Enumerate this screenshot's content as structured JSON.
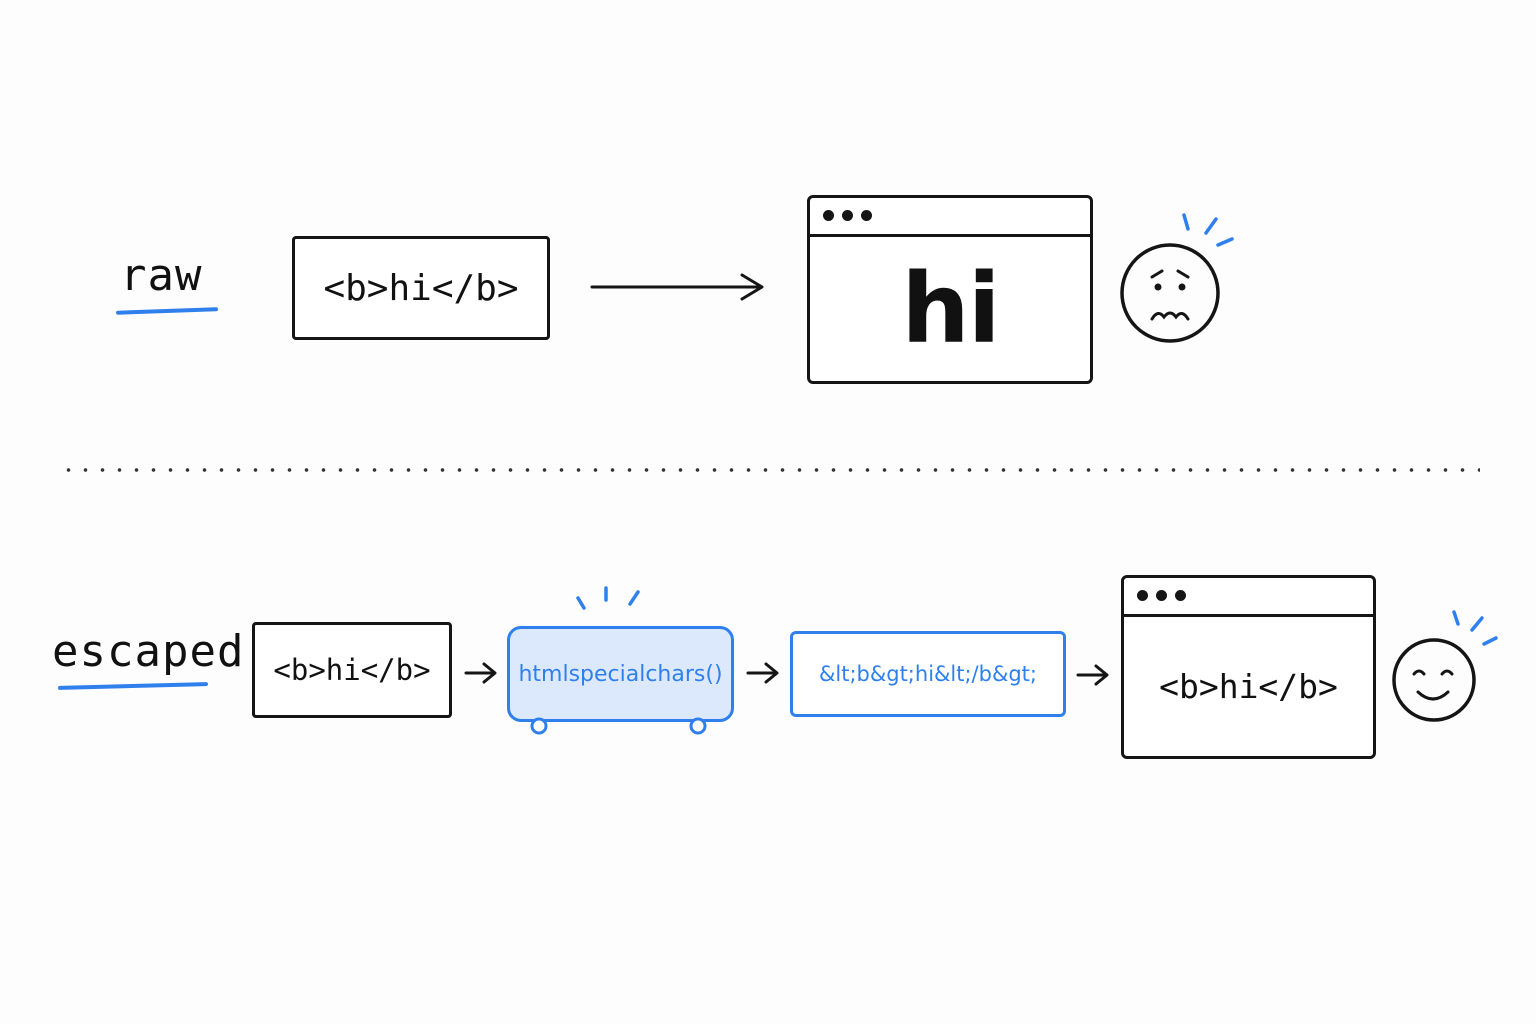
{
  "raw": {
    "label": "raw",
    "input_code": "<b>hi</b>",
    "rendered_output": "hi"
  },
  "escaped": {
    "label": "escaped",
    "input_code": "<b>hi</b>",
    "function_name": "htmlspecialchars()",
    "escaped_output": "&lt;b&gt;hi&lt;/b&gt;",
    "rendered_output": "<b>hi</b>"
  },
  "colors": {
    "accent": "#2f80ed",
    "accent_fill": "#dce9fc",
    "ink": "#151515"
  },
  "icons": {
    "raw_face": "worried-face-icon",
    "escaped_face": "smiling-face-icon"
  }
}
